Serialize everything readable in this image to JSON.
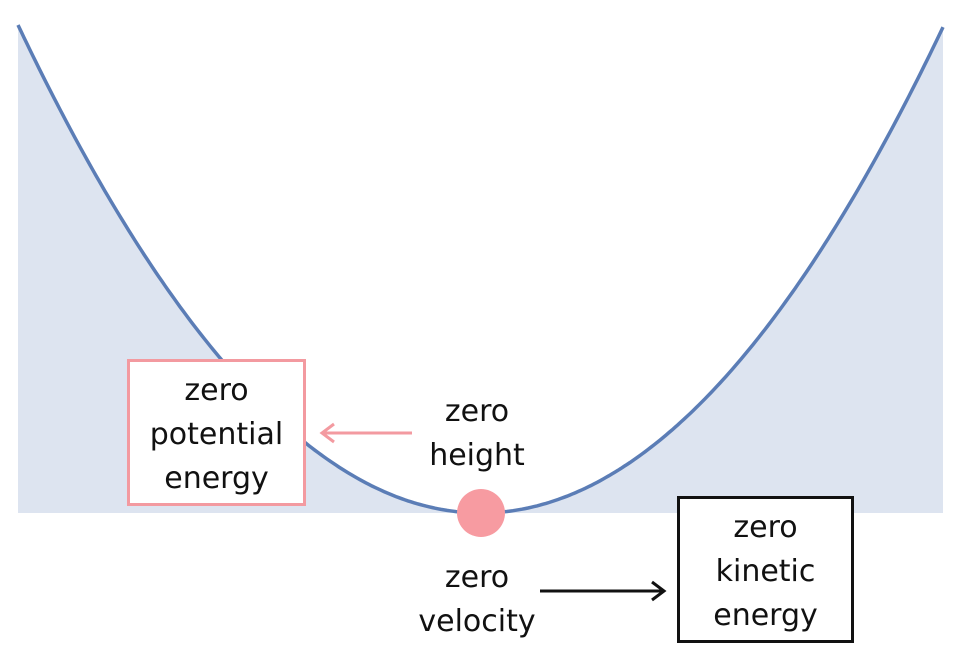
{
  "colors": {
    "curve": "#5b7db6",
    "fill": "#dde4f0",
    "ball": "#f79ba1",
    "pink": "#f39aa0",
    "ink": "#111111"
  },
  "labels": {
    "height": {
      "line1": "zero",
      "line2": "height"
    },
    "velocity": {
      "line1": "zero",
      "line2": "velocity"
    },
    "potential": {
      "line1": "zero",
      "line2": "potential",
      "line3": "energy"
    },
    "kinetic": {
      "line1": "zero",
      "line2": "kinetic",
      "line3": "energy"
    }
  }
}
